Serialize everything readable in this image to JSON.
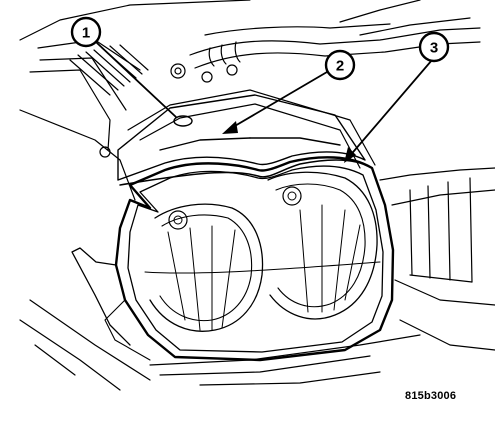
{
  "figure": {
    "code": "815b3006"
  },
  "callouts": [
    {
      "number": "1"
    },
    {
      "number": "2"
    },
    {
      "number": "3"
    }
  ],
  "colors": {
    "line": "#000000",
    "background": "#ffffff"
  }
}
